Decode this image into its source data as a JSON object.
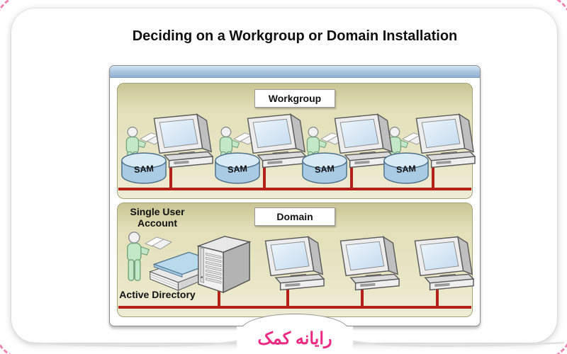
{
  "page": {
    "title": "Deciding on a Workgroup or Domain Installation"
  },
  "slide": {
    "workgroup": {
      "label": "Workgroup",
      "units": [
        {
          "db_label": "SAM"
        },
        {
          "db_label": "SAM"
        },
        {
          "db_label": "SAM"
        },
        {
          "db_label": "SAM"
        }
      ]
    },
    "domain": {
      "label": "Domain",
      "single_user_account_label": "Single User Account",
      "active_directory_label": "Active Directory",
      "computer_count": 3,
      "server_count": 1
    }
  },
  "watermark": {
    "text": "رایانه کمک"
  },
  "colors": {
    "network_red": "#b6201a",
    "panel_khaki": "#e2dfb8",
    "header_blue": "#8fb0cf",
    "cylinder_blue": "#a9cbe3",
    "person_green": "#c2e8c8",
    "logo_pink": "#ec2a84",
    "dashed_border_pink": "#f083b2"
  },
  "icons": [
    "person-icon",
    "document-icon",
    "computer-icon",
    "sam-database-icon",
    "server-icon",
    "active-directory-book-icon"
  ]
}
